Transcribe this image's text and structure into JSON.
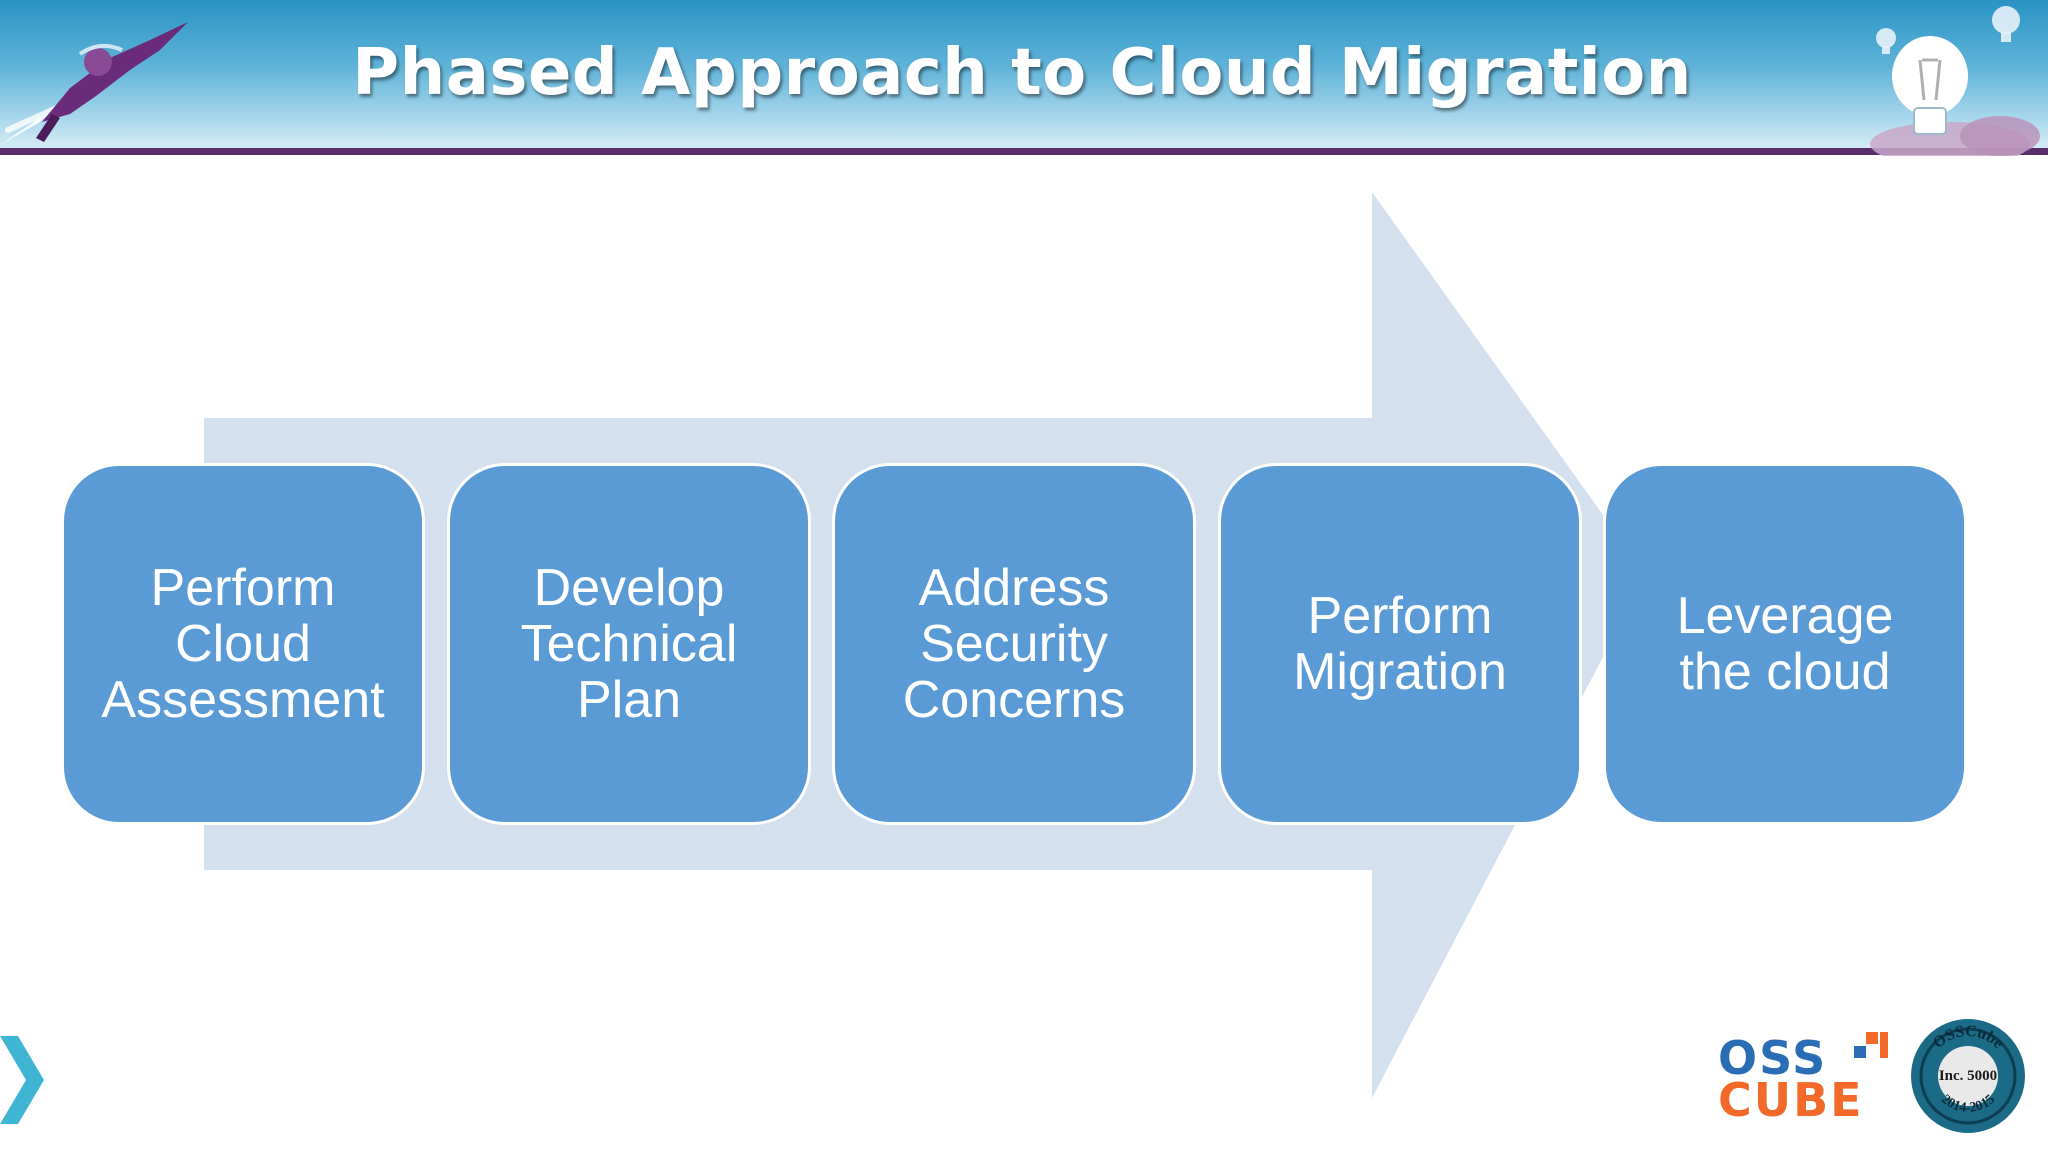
{
  "header": {
    "title": "Phased Approach to Cloud Migration"
  },
  "phases": [
    {
      "label": "Perform\nCloud\nAssessment"
    },
    {
      "label": "Develop\nTechnical\nPlan"
    },
    {
      "label": "Address\nSecurity\nConcerns"
    },
    {
      "label": "Perform\nMigration"
    },
    {
      "label": "Leverage\nthe cloud"
    }
  ],
  "logo": {
    "line1": "OSS",
    "line2": "CUBE",
    "badge_top": "OSSCube",
    "badge_center": "Inc. 5000",
    "badge_years": "2014-2015"
  },
  "colors": {
    "phase_box": "#5b9bd5",
    "arrow": "#d5e0ef",
    "header_bar": "#5a2e6b",
    "logo_blue": "#2a6db5",
    "logo_orange": "#f2692a"
  },
  "icons": [
    "rocket-person-icon",
    "lightbulb-icon",
    "chevron-right-icon",
    "osscube-logo",
    "inc5000-badge"
  ]
}
